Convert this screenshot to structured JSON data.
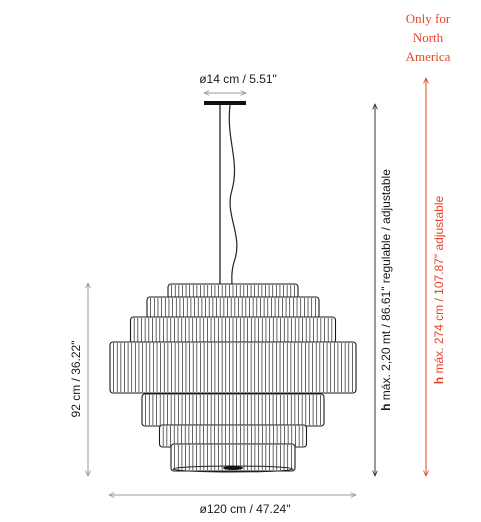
{
  "note": {
    "lines": [
      "Only for",
      "North",
      "America"
    ],
    "color": "#e8432b"
  },
  "dimensions": {
    "canopy_width": "ø14 cm / 5.51\"",
    "total_width": "ø120 cm / 47.24\"",
    "body_height": "92 cm / 36.22\"",
    "max_height_bold": "h",
    "max_height": " máx. 2,20 mt / 86.61\" regulable / adjustable",
    "max_height_na_bold": "h",
    "max_height_na": " máx. 274 cm / 107.87\" adjustable"
  },
  "colors": {
    "dimension_line": "#9a9a9a",
    "ink": "#1a1a1a",
    "accent": "#e8432b"
  }
}
